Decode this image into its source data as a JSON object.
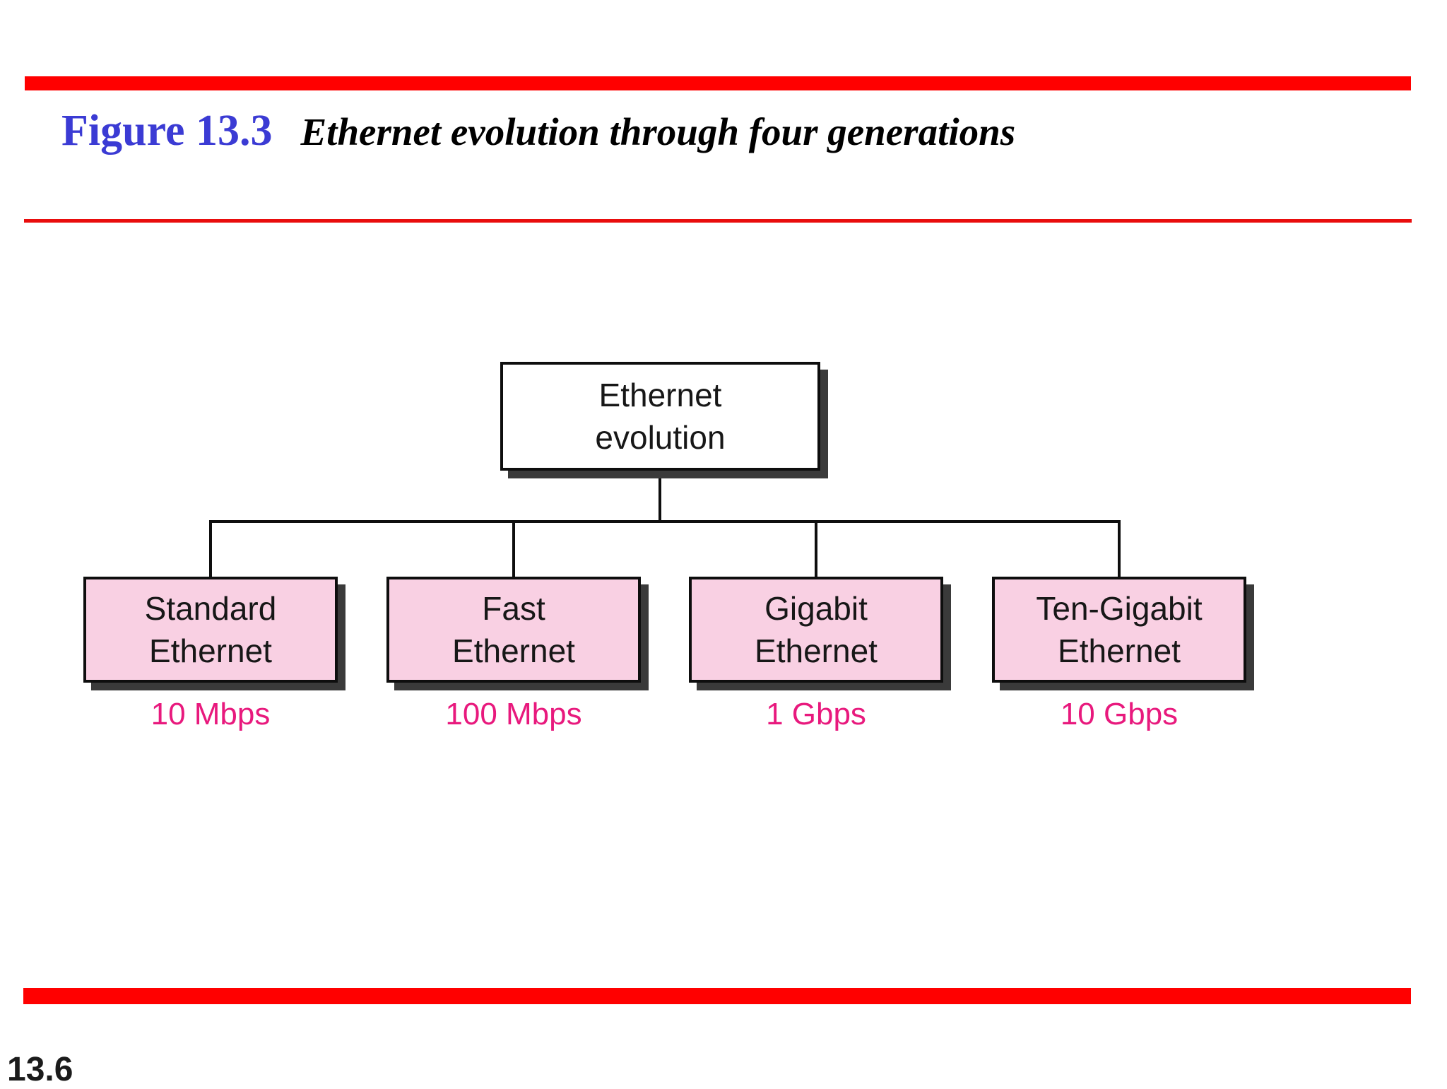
{
  "slide": {
    "figure_label": "Figure 13.3",
    "figure_caption": "Ethernet evolution through four generations",
    "page_number": "13.6"
  },
  "diagram": {
    "root": {
      "line1": "Ethernet",
      "line2": "evolution"
    },
    "children": [
      {
        "line1": "Standard",
        "line2": "Ethernet",
        "speed": "10 Mbps"
      },
      {
        "line1": "Fast",
        "line2": "Ethernet",
        "speed": "100 Mbps"
      },
      {
        "line1": "Gigabit",
        "line2": "Ethernet",
        "speed": "1 Gbps"
      },
      {
        "line1": "Ten-Gigabit",
        "line2": "Ethernet",
        "speed": "10 Gbps"
      }
    ]
  },
  "colors": {
    "red_bar": "#ff0000",
    "rule_red": "#e90d0d",
    "figure_blue": "#3b3bd4",
    "pink_fill": "#f9d0e3",
    "speed_magenta": "#e8197d",
    "box_shadow": "#3a3a3a"
  }
}
